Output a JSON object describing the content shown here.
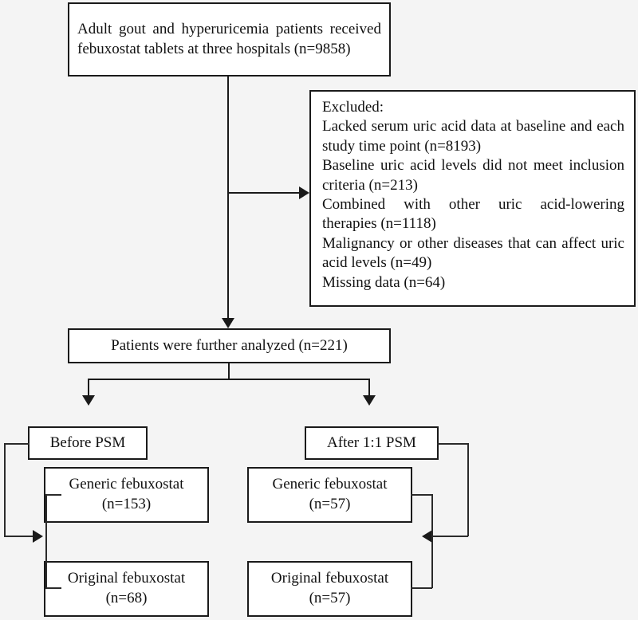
{
  "figure": {
    "type": "flowchart",
    "description": "Patient selection flow diagram for a febuxostat study",
    "background_color": "#f4f4f4",
    "box_fill": "#ffffff",
    "line_color": "#1a1a1a"
  },
  "nodes": {
    "enrollment": {
      "label": "Adult gout and hyperuricemia patients received febuxostat tablets at three hospitals  (n=9858)",
      "count": 9858
    },
    "excluded": {
      "heading": "Excluded:",
      "reasons": [
        {
          "text": "Lacked serum uric acid data at baseline and each study time point (n=8193)",
          "count": 8193
        },
        {
          "text": "Baseline uric acid levels did not meet inclusion criteria (n=213)",
          "count": 213
        },
        {
          "text": "Combined with other uric acid-lowering therapies (n=1118)",
          "count": 1118
        },
        {
          "text": "Malignancy or other diseases that can affect uric acid levels (n=49)",
          "count": 49
        },
        {
          "text": "Missing data (n=64)",
          "count": 64
        }
      ]
    },
    "analyzed": {
      "label": "Patients were further analyzed (n=221)",
      "count": 221
    },
    "before_psm": {
      "label": "Before PSM"
    },
    "after_psm": {
      "label": "After 1:1 PSM"
    },
    "before_generic": {
      "line1": "Generic febuxostat",
      "line2": "(n=153)",
      "count": 153
    },
    "before_original": {
      "line1": "Original febuxostat",
      "line2": "(n=68)",
      "count": 68
    },
    "after_generic": {
      "line1": "Generic febuxostat",
      "line2": "(n=57)",
      "count": 57
    },
    "after_original": {
      "line1": "Original febuxostat",
      "line2": "(n=57)",
      "count": 57
    }
  }
}
